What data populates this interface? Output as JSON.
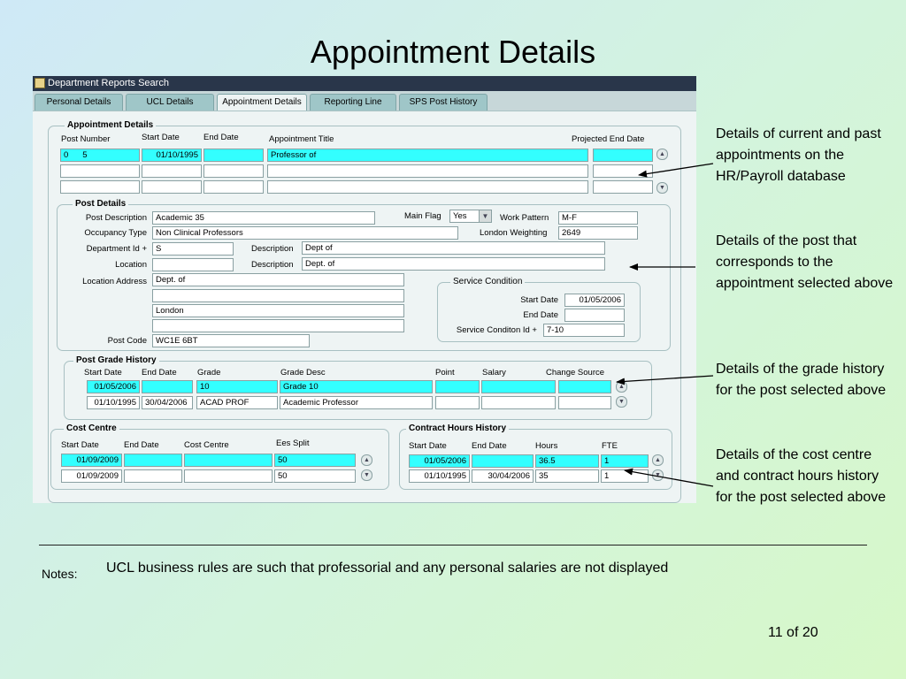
{
  "slide": {
    "title": "Appointment Details",
    "notes_label": "Notes:",
    "notes_text": "UCL business rules are such that professorial and any personal salaries are not displayed",
    "page": "11 of 20"
  },
  "window": {
    "title": "Department Reports Search"
  },
  "tabs": [
    {
      "label": "Personal Details"
    },
    {
      "label": "UCL Details"
    },
    {
      "label": "Appointment Details"
    },
    {
      "label": "Reporting Line"
    },
    {
      "label": "SPS Post History"
    }
  ],
  "appointment": {
    "heading": "Appointment Details",
    "headers": {
      "post_number": "Post Number",
      "start_date": "Start Date",
      "end_date": "End Date",
      "title": "Appointment Title",
      "projected_end": "Projected End Date"
    },
    "rows": [
      {
        "post_a": "0",
        "post_b": "5",
        "start": "01/10/1995",
        "end": "",
        "title": "Professor of",
        "projected": ""
      },
      {
        "post_a": "",
        "post_b": "",
        "start": "",
        "end": "",
        "title": "",
        "projected": ""
      },
      {
        "post_a": "",
        "post_b": "",
        "start": "",
        "end": "",
        "title": "",
        "projected": ""
      }
    ]
  },
  "post": {
    "heading": "Post Details",
    "labels": {
      "description": "Post Description",
      "occupancy": "Occupancy Type",
      "dept_id": "Department Id +",
      "location": "Location",
      "address": "Location Address",
      "postcode": "Post Code",
      "main_flag": "Main Flag",
      "work_pattern": "Work Pattern",
      "london_weighting": "London Weighting",
      "desc1": "Description",
      "desc2": "Description"
    },
    "description": "Academic 35",
    "occupancy": "Non Clinical  Professors",
    "dept_id": "S",
    "location": "",
    "address": [
      "Dept. of",
      "",
      "London",
      ""
    ],
    "postcode": "WC1E 6BT",
    "main_flag": "Yes",
    "work_pattern": "M-F",
    "london_weighting": "2649",
    "dept_desc": "Dept of",
    "location_desc": "Dept. of"
  },
  "service": {
    "heading": "Service Condition",
    "labels": {
      "start": "Start Date",
      "end": "End Date",
      "id": "Service Conditon Id +"
    },
    "start": "01/05/2006",
    "end": "",
    "id": "7-10"
  },
  "grade": {
    "heading": "Post Grade History",
    "headers": {
      "start": "Start Date",
      "end": "End Date",
      "grade": "Grade",
      "desc": "Grade Desc",
      "point": "Point",
      "salary": "Salary",
      "change": "Change Source"
    },
    "rows": [
      {
        "start": "01/05/2006",
        "end": "",
        "grade": "10",
        "desc": "Grade 10",
        "point": "",
        "salary": "",
        "change": ""
      },
      {
        "start": "01/10/1995",
        "end": "30/04/2006",
        "grade": "ACAD PROF",
        "desc": "Academic Professor",
        "point": "",
        "salary": "",
        "change": ""
      }
    ]
  },
  "cost": {
    "heading": "Cost Centre",
    "headers": {
      "start": "Start Date",
      "end": "End Date",
      "centre": "Cost Centre",
      "split": "Ees Split"
    },
    "rows": [
      {
        "start": "01/09/2009",
        "end": "",
        "centre": "",
        "split": "50"
      },
      {
        "start": "01/09/2009",
        "end": "",
        "centre": "",
        "split": "50"
      }
    ]
  },
  "contract": {
    "heading": "Contract Hours History",
    "headers": {
      "start": "Start Date",
      "end": "End Date",
      "hours": "Hours",
      "fte": "FTE"
    },
    "rows": [
      {
        "start": "01/05/2006",
        "end": "",
        "hours": "36.5",
        "fte": "1"
      },
      {
        "start": "01/10/1995",
        "end": "30/04/2006",
        "hours": "35",
        "fte": "1"
      }
    ]
  },
  "annotations": [
    "Details of current and past appointments on the HR/Payroll database",
    "Details of the post that corresponds to the appointment selected above",
    "Details of the grade history for the post selected above",
    "Details of the cost centre and contract hours history for the post selected above"
  ],
  "colors": {
    "highlight": "#33ffff",
    "titlebar": "#29364a",
    "window_bg": "#eef4f4",
    "tab": "#9fc6c8"
  },
  "icons": {
    "window": "form-window-icon",
    "scroll_up": "scroll-up-icon",
    "scroll_down": "scroll-down-icon",
    "dropdown": "chevron-down-icon"
  }
}
